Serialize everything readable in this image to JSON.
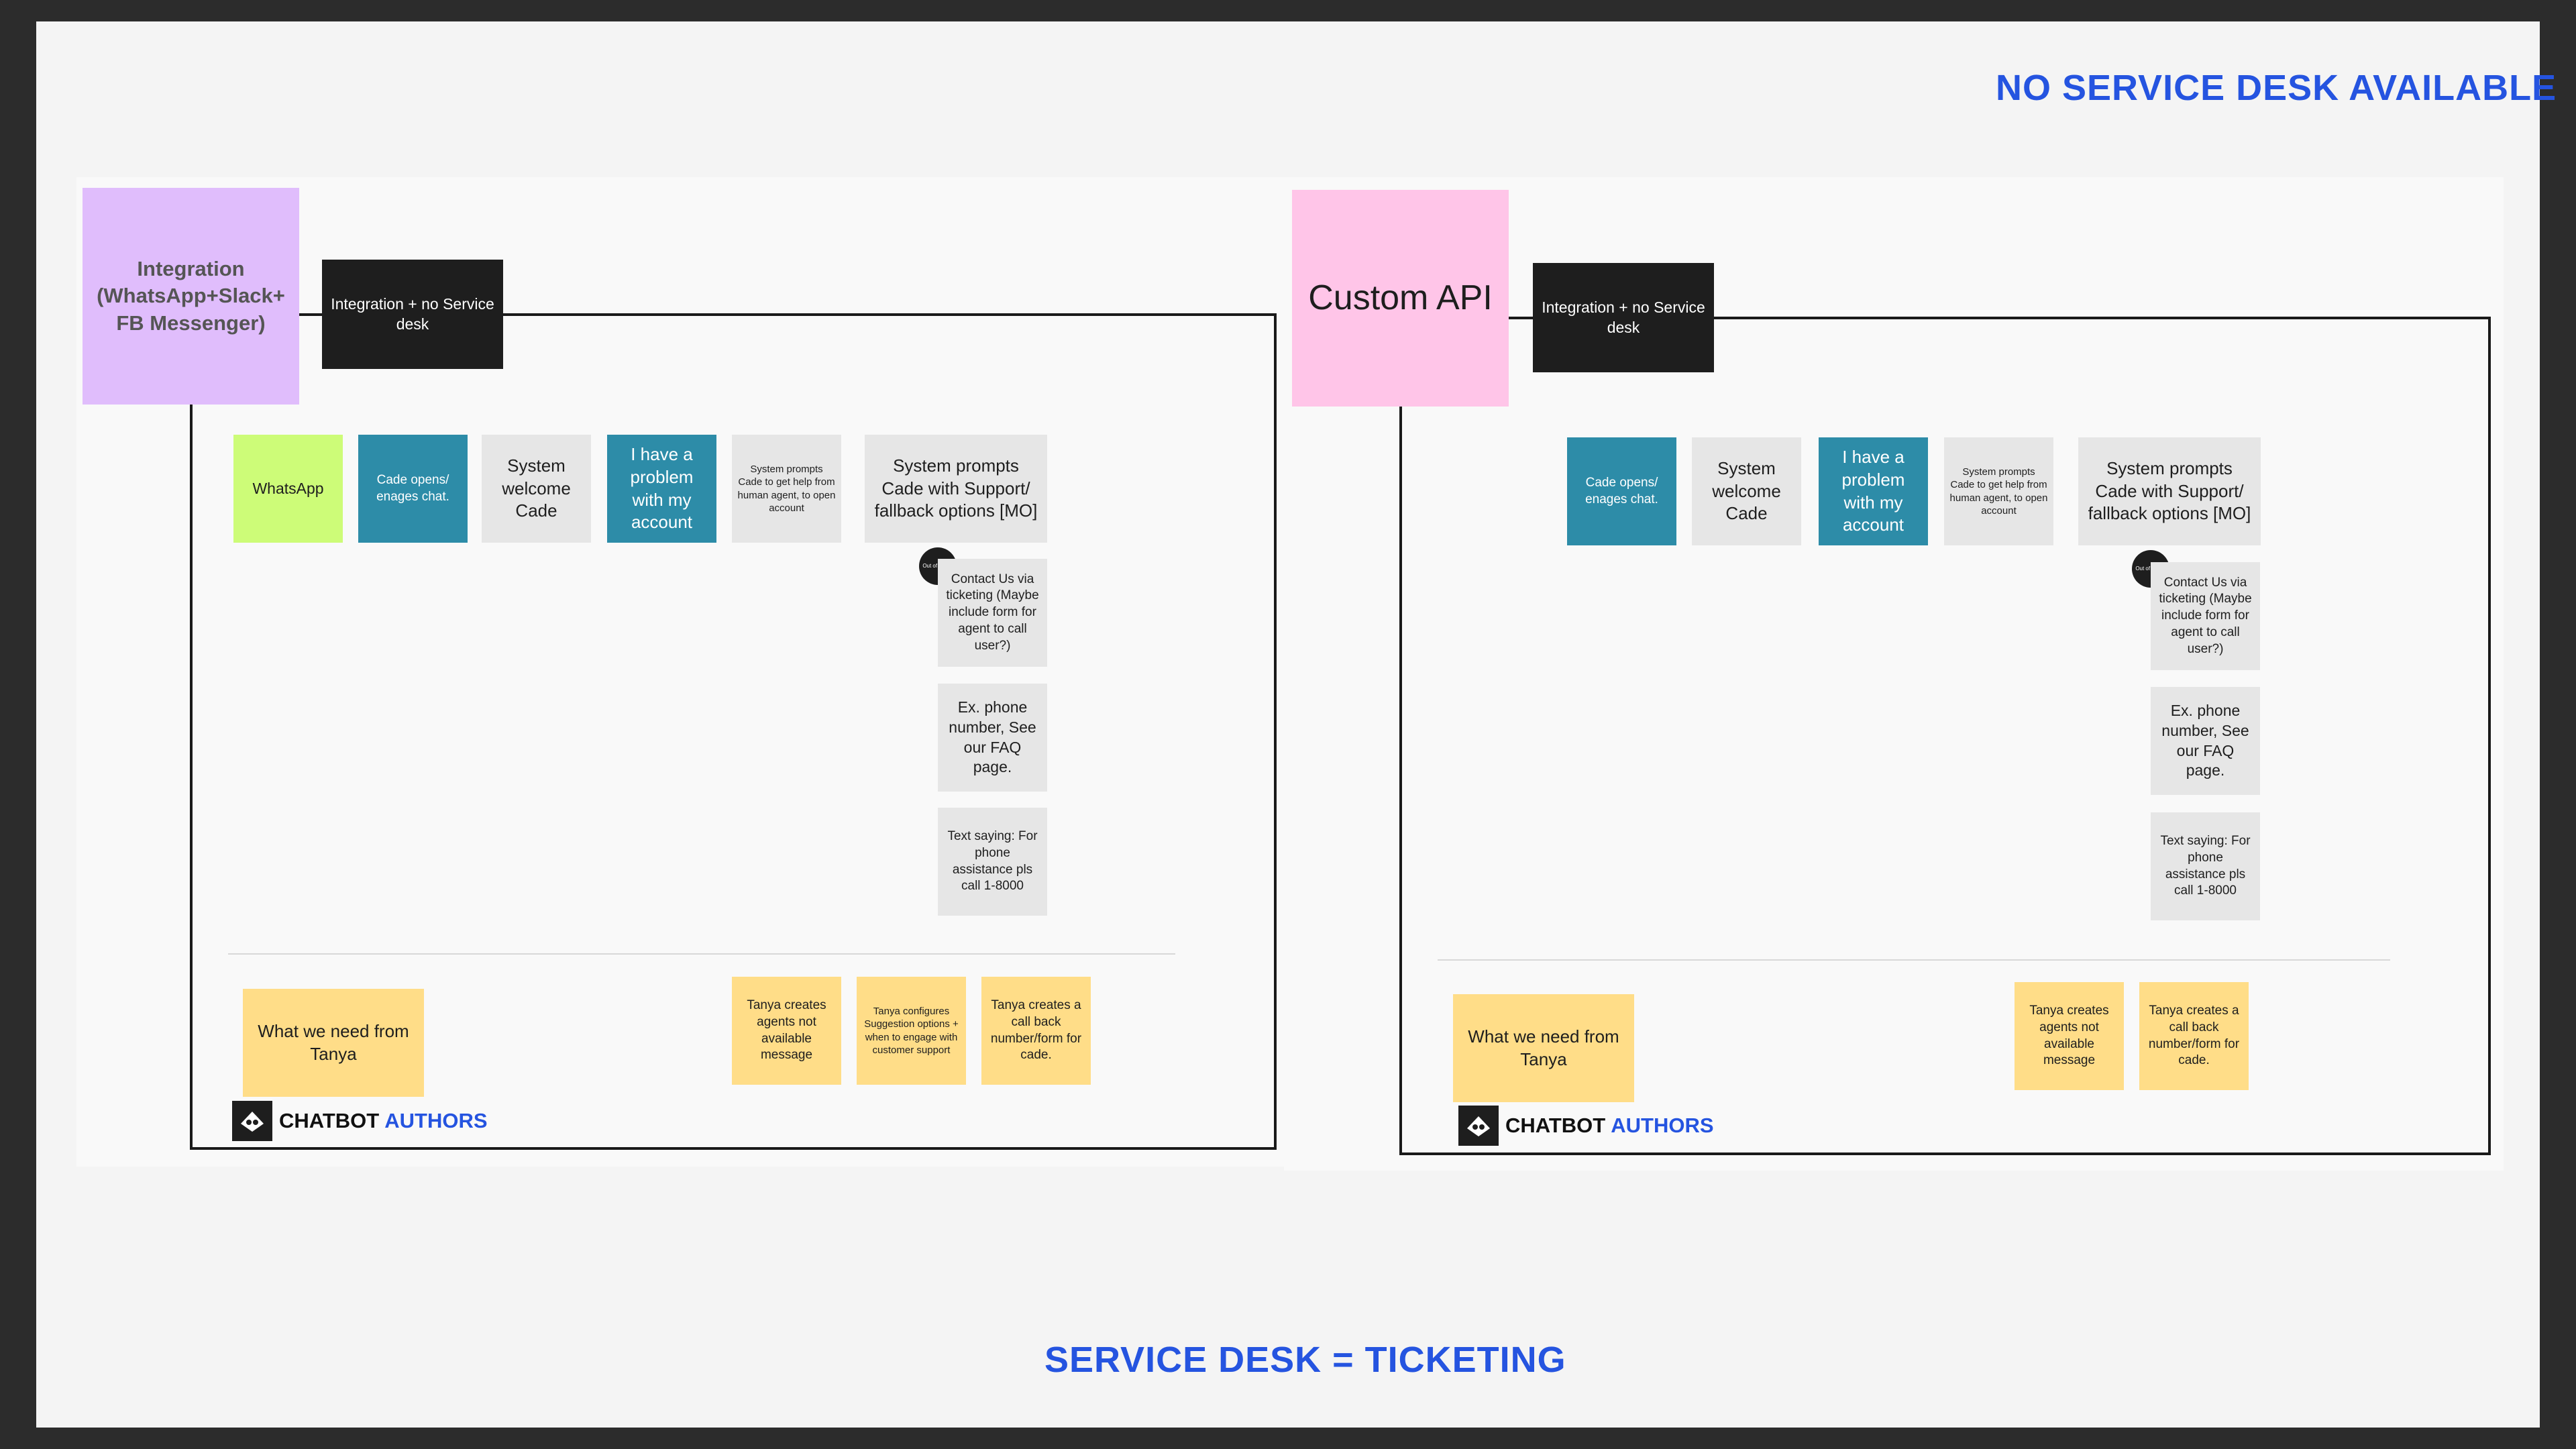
{
  "headings": {
    "top_right": "NO SERVICE DESK AVAILABLE",
    "bottom": "SERVICE DESK = TICKETING"
  },
  "left_panel": {
    "integration_label": "Integration (WhatsApp+Slack+ FB Messenger)",
    "frame_label": "Integration + no Service desk",
    "flow": {
      "whatsapp": "WhatsApp",
      "cade_opens": "Cade opens/ enages chat.",
      "system_welcome": "System welcome Cade",
      "problem": "I have a problem with my account",
      "prompts_help": "System prompts Cade to get help from human agent, to open account",
      "prompts_support": "System prompts Cade with Support/ fallback options [MO]"
    },
    "out_of_scope": "Out of scope",
    "options": {
      "contact_us": "Contact Us via ticketing (Maybe include form for agent to call user?)",
      "phone": "Ex. phone number, See our FAQ page.",
      "text_saying": "Text saying: For phone assistance pls call 1-8000"
    },
    "needs": {
      "label": "What we need from Tanya",
      "agents_msg": "Tanya creates agents not available message",
      "suggestions": "Tanya configures Suggestion options + when to engage with customer support",
      "callback": "Tanya creates a call back number/form for cade."
    },
    "brand": {
      "part1": "CHATBOT",
      "part2": "AUTHORS",
      "logo_icon": "bot-face-icon"
    }
  },
  "right_panel": {
    "api_label": "Custom API",
    "frame_label": "Integration + no Service desk",
    "flow": {
      "cade_opens": "Cade opens/ enages chat.",
      "system_welcome": "System welcome Cade",
      "problem": "I have a problem with my account",
      "prompts_help": "System prompts Cade to get help from human agent, to open account",
      "prompts_support": "System prompts Cade with Support/ fallback options [MO]"
    },
    "out_of_scope": "Out of scope",
    "options": {
      "contact_us": "Contact Us via ticketing (Maybe include form for agent to call user?)",
      "phone": "Ex. phone number, See our FAQ page.",
      "text_saying": "Text saying: For phone assistance pls call 1-8000"
    },
    "needs": {
      "label": "What we need from Tanya",
      "agents_msg": "Tanya creates agents not available message",
      "callback": "Tanya creates a call back number/form for cade."
    },
    "brand": {
      "part1": "CHATBOT",
      "part2": "AUTHORS",
      "logo_icon": "bot-face-icon"
    }
  },
  "colors": {
    "accent_blue": "#2554e0",
    "teal": "#2d8ca8",
    "lime": "#cdfc78",
    "yellow": "#ffdd88",
    "purple": "#e0bdfc",
    "pink": "#ffc5e8"
  }
}
